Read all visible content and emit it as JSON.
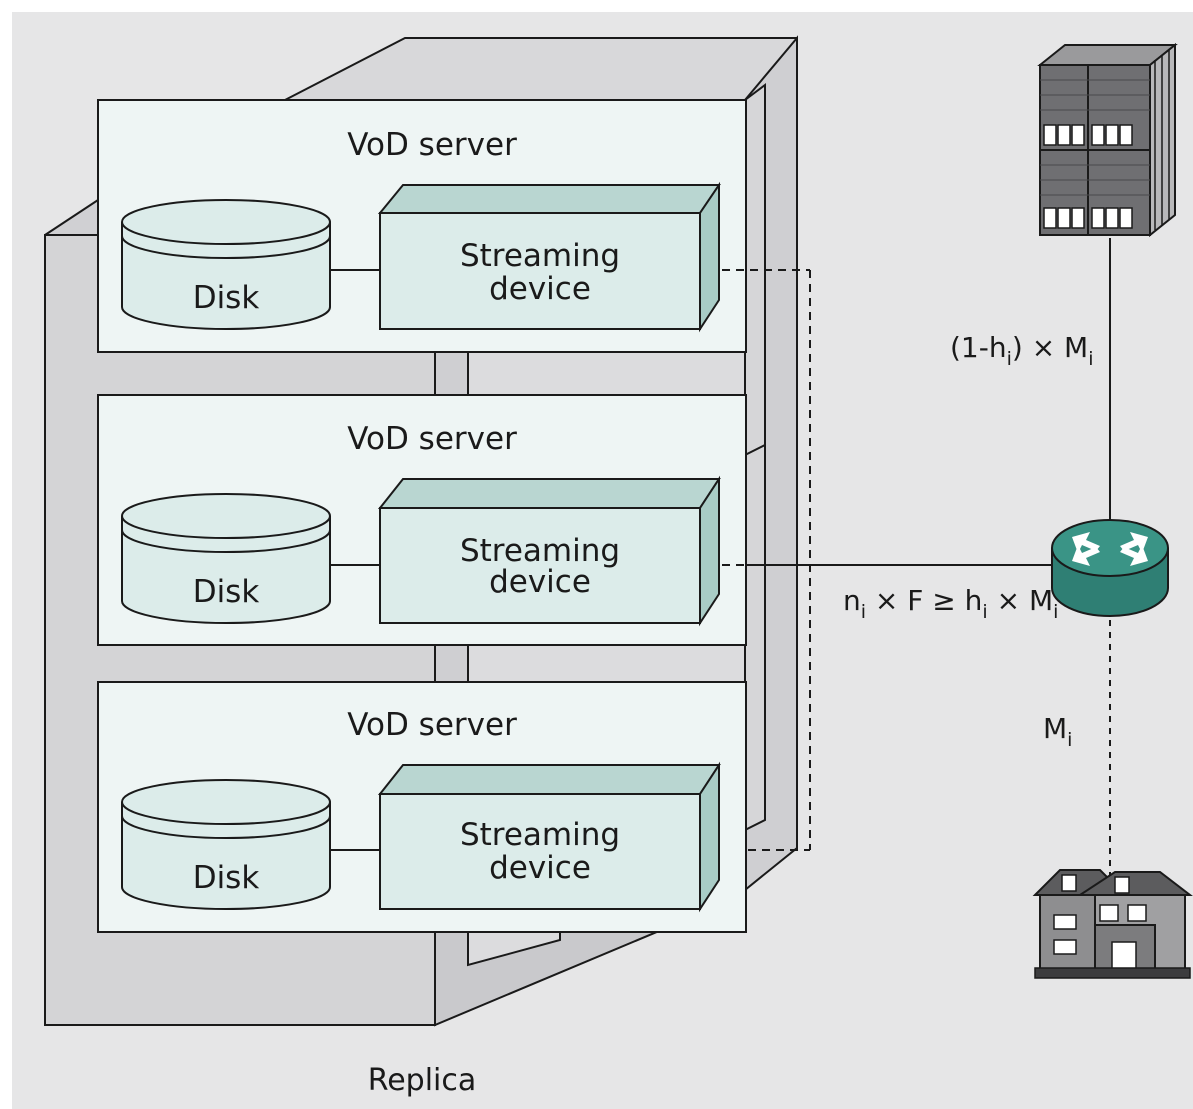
{
  "diagram": {
    "servers": [
      {
        "title": "VoD server",
        "disk": "Disk",
        "device_line1": "Streaming",
        "device_line2": "device"
      },
      {
        "title": "VoD server",
        "disk": "Disk",
        "device_line1": "Streaming",
        "device_line2": "device"
      },
      {
        "title": "VoD server",
        "disk": "Disk",
        "device_line1": "Streaming",
        "device_line2": "device"
      }
    ],
    "caption": "Replica",
    "labels": {
      "upstream": {
        "pre": "(1-h",
        "sub": "i",
        "post": ") × M",
        "sub2": "i"
      },
      "local": {
        "n": "n",
        "n_sub": "i",
        "mid": " × F ≥ h",
        "h_sub": "i",
        "mid2": " × M",
        "m_sub": "i"
      },
      "demand": {
        "m": "M",
        "m_sub": "i"
      }
    },
    "colors": {
      "background": "#e6e6e7",
      "panel": "#eef5f4",
      "device_front": "#dcecea",
      "device_top": "#b9d6d1",
      "router": "#2f7f74",
      "rack": "#d4d4d6",
      "rack_shadow": "#c3c3c6"
    },
    "icons": [
      "content-server-icon",
      "router-icon",
      "house-icon"
    ]
  }
}
